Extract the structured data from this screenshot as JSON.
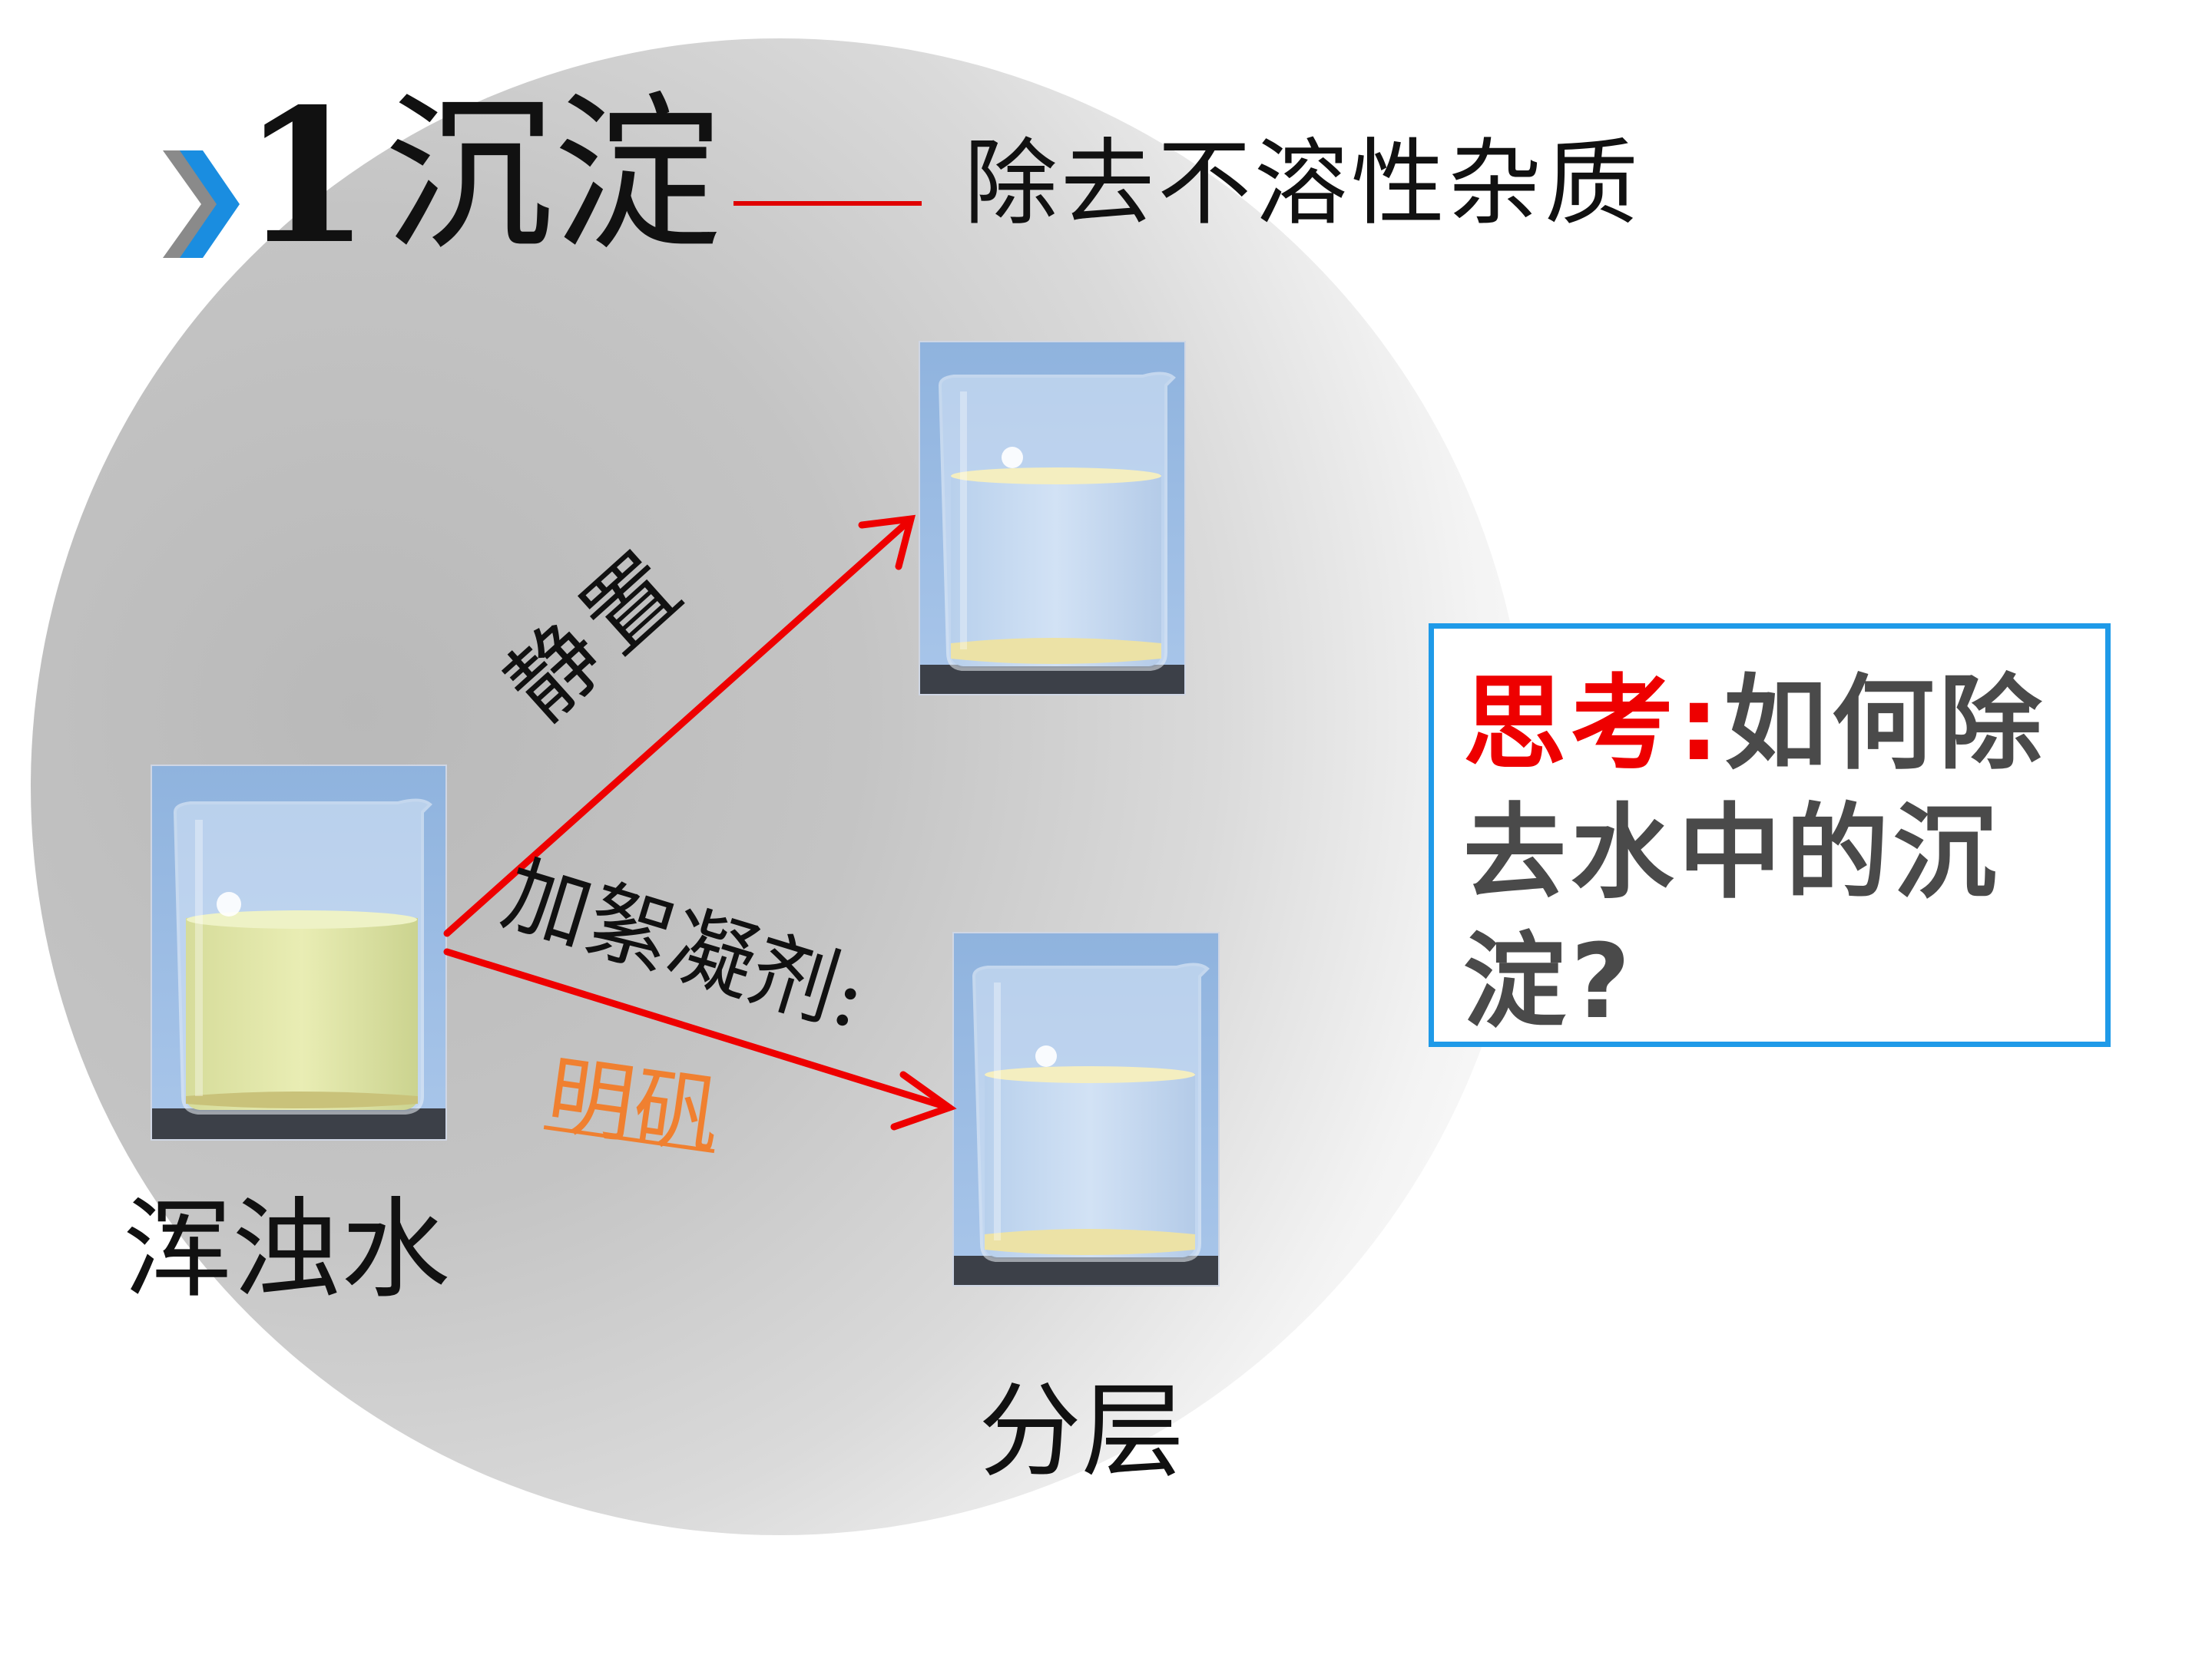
{
  "title": {
    "number": "1",
    "main": "沉淀",
    "subtitle": "除去不溶性杂质"
  },
  "labels": {
    "muddy_water": "浑浊水",
    "stand_still": "静置",
    "add_flocculant": "加絮凝剂:",
    "alum": "明矾",
    "layered": "分层"
  },
  "think_box": {
    "prefix": "思考:",
    "question": "如何除去水中的沉淀?"
  },
  "colors": {
    "arrow": "#ee0000",
    "box_border": "#1f9ae8",
    "alum_text": "#f08030",
    "think_prefix": "#ee0000",
    "bullet": "#1a8de0"
  }
}
